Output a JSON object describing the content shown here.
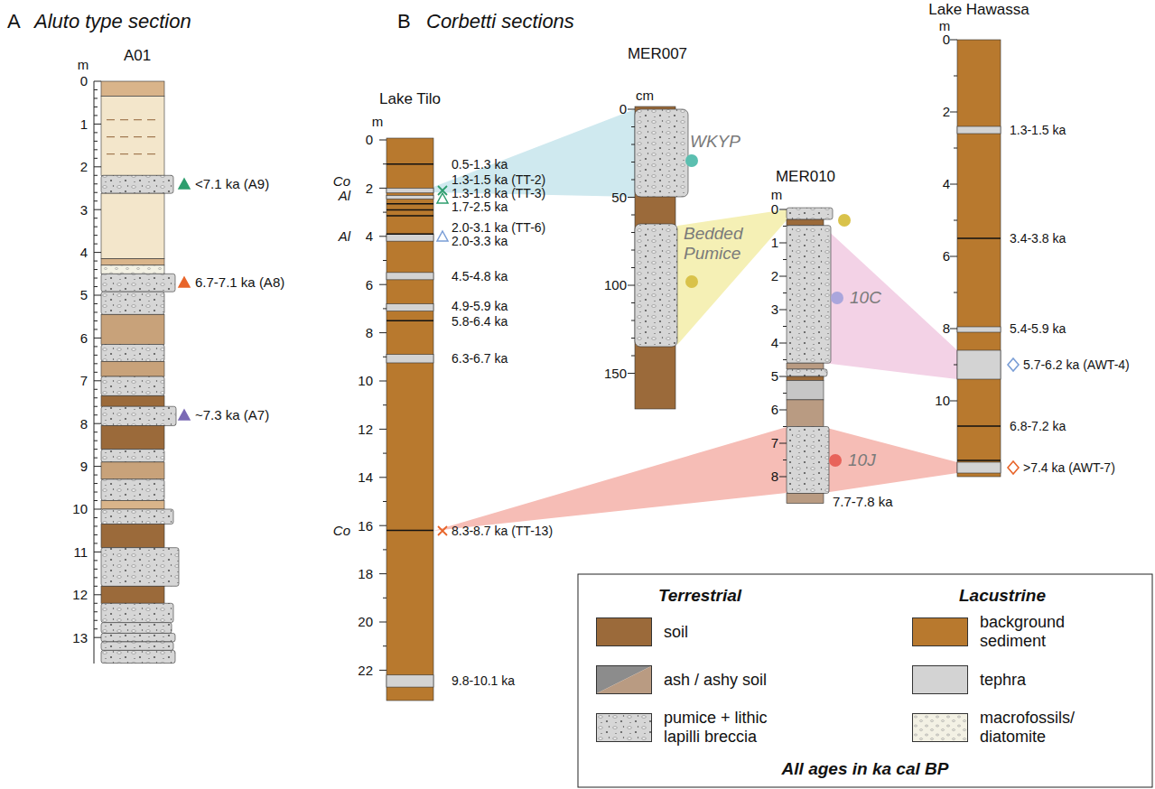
{
  "diagram": {
    "nodes": [
      {
        "text": [
          "A01"
        ]
      },
      {
        "text": [
          "Lake Tilo"
        ]
      },
      {
        "text": [
          "MER007"
        ]
      },
      {
        "text": [
          "MER010"
        ]
      },
      {
        "text": [
          "Lake Hawassa"
        ]
      }
    ],
    "labels": [
      "A",
      "Aluto type section",
      "B",
      "Corbetti sections",
      "m",
      "0",
      "1",
      "2",
      "3",
      "4",
      "5",
      "6",
      "7",
      "8",
      "9",
      "10",
      "11",
      "12",
      "13",
      "<7.1 ka (A9)",
      "6.7-7.1 ka (A8)",
      "~7.3 ka (A7)",
      "m",
      "0",
      "2",
      "4",
      "6",
      "8",
      "10",
      "12",
      "14",
      "16",
      "18",
      "20",
      "22",
      "0.5-1.3 ka",
      "1.3-1.5 ka (TT-2)",
      "1.3-1.8 ka (TT-3)",
      "1.7-2.5 ka",
      "2.0-3.1 ka (TT-6)",
      "2.0-3.3 ka",
      "4.5-4.8 ka",
      "4.9-5.9 ka",
      "5.8-6.4 ka",
      "6.3-6.7 ka",
      "8.3-8.7 ka (TT-13)",
      "9.8-10.1 ka",
      "Co",
      "Al",
      "Al",
      "Co",
      "cm",
      "0",
      "50",
      "100",
      "150",
      "WKYP",
      "Bedded Pumice",
      "m",
      "0",
      "1",
      "2",
      "3",
      "4",
      "5",
      "6",
      "7",
      "8",
      "10C",
      "10J",
      "7.7-7.8 ka",
      "m",
      "0",
      "2",
      "4",
      "6",
      "8",
      "10",
      "1.3-1.5 ka",
      "3.4-3.8 ka",
      "5.4-5.9 ka",
      "5.7-6.2 ka (AWT-4)",
      "6.8-7.2 ka",
      ">7.4 ka (AWT-7)",
      "Terrestrial",
      "Lacustrine",
      "All ages in ka cal BP"
    ],
    "legend": [
      {
        "text": "soil",
        "color": "#9b6a3a"
      },
      {
        "text": "ash / ashy soil"
      },
      {
        "text": "pumice + lithic lapilli breccia"
      },
      {
        "text": "background sediment",
        "color": "#b8792e"
      },
      {
        "text": "tephra",
        "color": "#d3d3d3"
      },
      {
        "text": "macrofossils/ diatomite"
      }
    ]
  }
}
